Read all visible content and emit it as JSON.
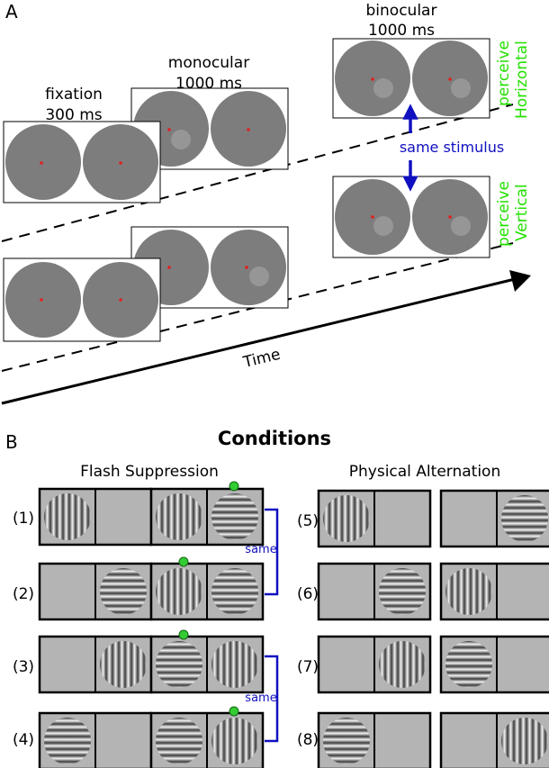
{
  "panel_a": {
    "letter": "A",
    "stages": {
      "fixation": {
        "name": "fixation",
        "duration": "300 ms"
      },
      "monocular": {
        "name": "monocular",
        "duration": "1000 ms"
      },
      "binocular": {
        "name": "binocular",
        "duration": "1000 ms"
      }
    },
    "same_stimulus": "same stimulus",
    "time_label": "Time",
    "percepts": {
      "top": {
        "word": "perceive",
        "orientation": "Horizontal"
      },
      "bottom": {
        "word": "perceive",
        "orientation": "Vertical"
      }
    }
  },
  "panel_b": {
    "letter": "B",
    "title": "Conditions",
    "flash_heading": "Flash Suppression",
    "physical_heading": "Physical Alternation",
    "same_label": "same",
    "row_labels_flash": [
      "(1)",
      "(2)",
      "(3)",
      "(4)"
    ],
    "row_labels_physical": [
      "(5)",
      "(6)",
      "(7)",
      "(8)"
    ]
  },
  "colors": {
    "gray_disk": "#7d7d7d",
    "panel_gray": "#b4b4b4",
    "fixation_dot": "#e02020",
    "perceive_text": "#22e000",
    "same_text": "#1010c0",
    "bracket": "#1010c0",
    "marker_dot": "#33cc33"
  }
}
